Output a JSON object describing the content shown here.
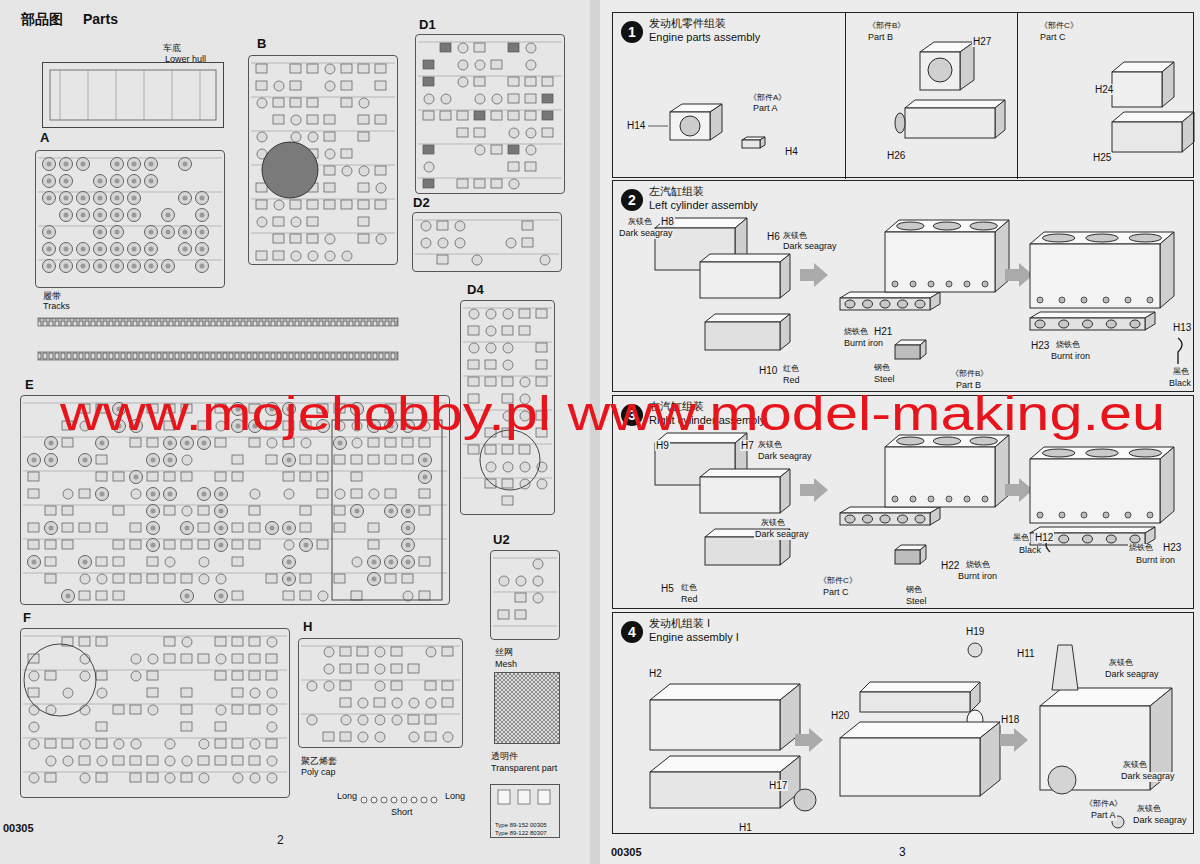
{
  "diagram": {
    "nodes": [
      {
        "text": [
          "车底",
          "Lower hull"
        ]
      },
      {
        "text": [
          "A"
        ]
      },
      {
        "text": [
          "B"
        ]
      },
      {
        "text": [
          "D1"
        ]
      },
      {
        "text": [
          "D2"
        ]
      },
      {
        "text": [
          "D4"
        ]
      },
      {
        "text": [
          "E"
        ]
      },
      {
        "text": [
          "F"
        ]
      },
      {
        "text": [
          "H"
        ]
      },
      {
        "text": [
          "U2"
        ]
      },
      {
        "text": [
          "丝网",
          "Mesh"
        ]
      },
      {
        "text": [
          "透明件",
          "Transparent part"
        ]
      },
      {
        "text": [
          "发动机零件组装",
          "Engine parts assembly"
        ]
      },
      {
        "text": [
          "1"
        ],
        "in": 12
      },
      {
        "text": [
          "《部件B》",
          "Part B"
        ],
        "in": 12
      },
      {
        "text": [
          "《部件C》",
          "Part C"
        ],
        "in": 12
      },
      {
        "text": [
          "左汽缸组装",
          "Left cylinder assembly"
        ]
      },
      {
        "text": [
          "2"
        ],
        "in": 16
      },
      {
        "text": [
          "右汽缸组装",
          "Right cylinder assembly"
        ]
      },
      {
        "text": [
          "3"
        ],
        "in": 18
      },
      {
        "text": [
          "发动机组装 I",
          "Engine assembly I"
        ]
      },
      {
        "text": [
          "4"
        ],
        "in": 20
      }
    ],
    "labels": [
      "部品图",
      "Parts",
      "履带",
      "Tracks",
      "聚乙烯套",
      "Poly cap",
      "Long",
      "Short",
      "Long",
      "Type 89-152 00305",
      "Type 89-122 80307",
      "00305",
      "2",
      "00305",
      "3",
      "《部件A》",
      "Part A",
      "H14",
      "H4",
      "H27",
      "H26",
      "H24",
      "H25",
      "灰镁色",
      "H8",
      "Dark seagray",
      "H6",
      "灰镁色",
      "Dark seagray",
      "烧铁色",
      "H21",
      "Burnt iron",
      "H10",
      "红色",
      "Red",
      "钢色",
      "Steel",
      "《部件B》",
      "Part B",
      "H13",
      "黑色",
      "Black",
      "H23",
      "烧铁色",
      "Burnt iron",
      "H9",
      "H7",
      "灰镁色",
      "Dark seagray",
      "灰镁色",
      "Dark seagray",
      "H5",
      "红色",
      "Red",
      "《部件C》",
      "Part C",
      "钢色",
      "Steel",
      "H22",
      "烧铁色",
      "Burnt iron",
      "黑色",
      "H12",
      "Black",
      "烧铁色",
      "H23",
      "Burnt iron",
      "H19",
      "H11",
      "灰镁色",
      "Dark seagray",
      "H2",
      "H20",
      "H18",
      "灰镁色",
      "Dark seagray",
      "H1",
      "H17",
      "《部件A》",
      "Part A",
      "灰镁色",
      "Dark seagray",
      "www.mojehobby.pl www.model-making.eu"
    ]
  }
}
